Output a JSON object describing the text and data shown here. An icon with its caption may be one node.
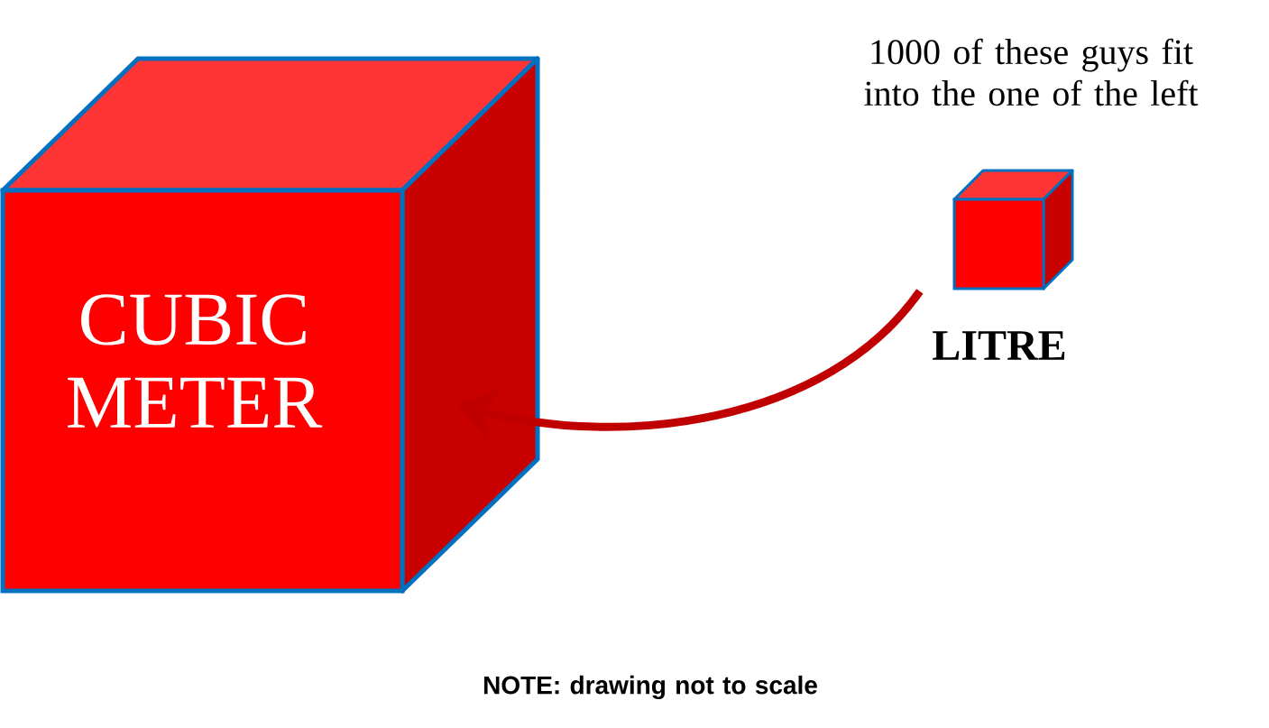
{
  "diagram": {
    "nodes": [
      {
        "text": [
          "CUBIC METER"
        ]
      },
      {
        "text": [
          "LITRE"
        ]
      }
    ],
    "edges": [
      {
        "from": 1,
        "to": 0,
        "arrow": "to"
      }
    ],
    "labels": [
      "1000 of these guys fit into the one of the left",
      "NOTE: drawing not to scale"
    ]
  }
}
